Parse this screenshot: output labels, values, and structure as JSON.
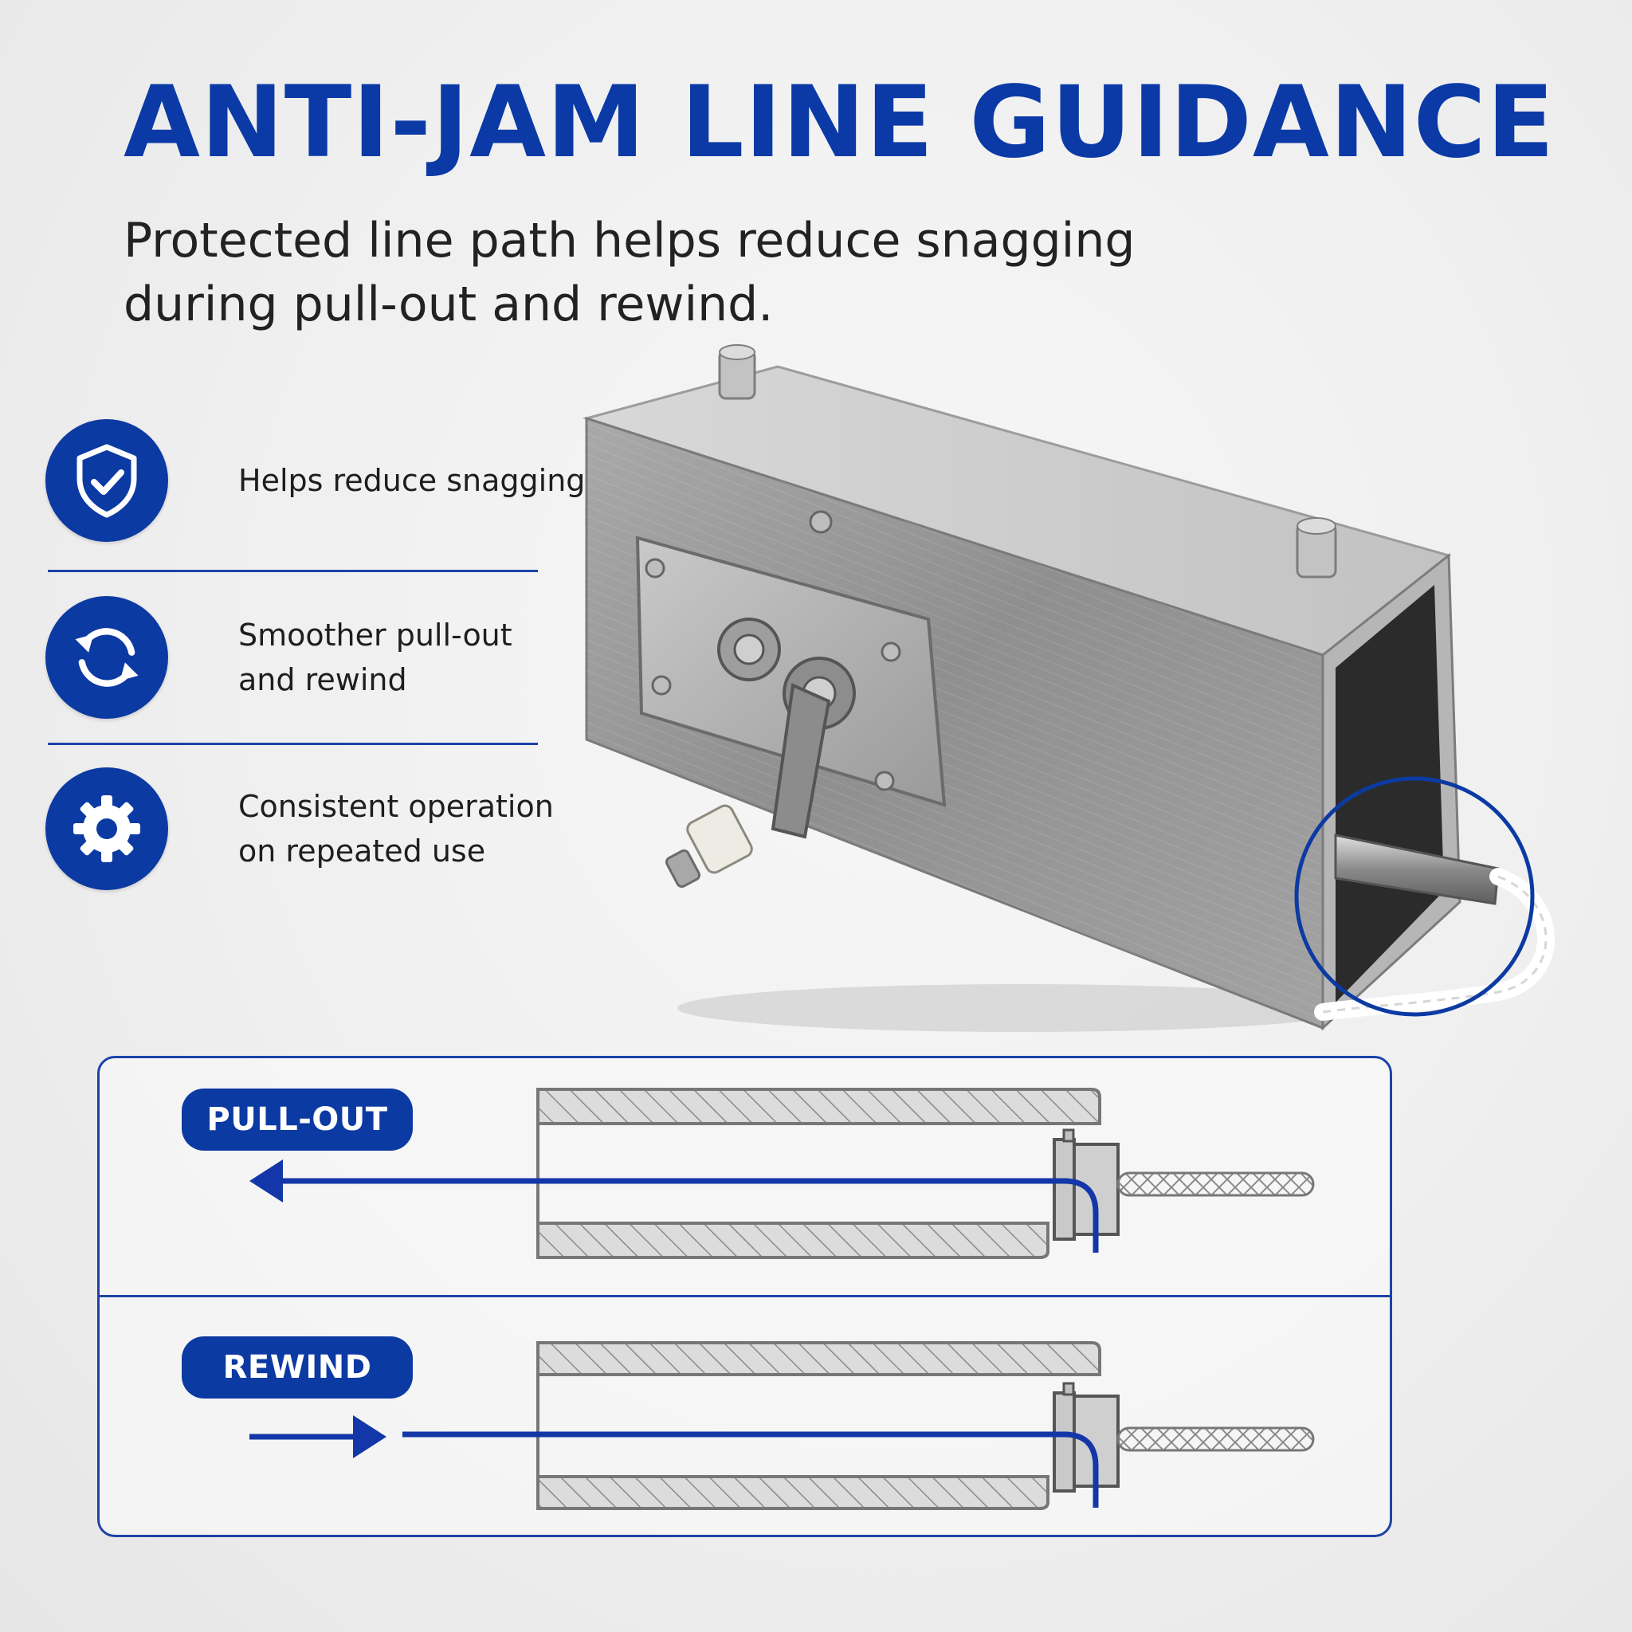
{
  "header": {
    "title": "ANTI-JAM LINE GUIDANCE",
    "subtitle_line1": "Protected line path helps reduce snagging",
    "subtitle_line2": "during pull-out and rewind."
  },
  "features": [
    {
      "icon": "shield-check-icon",
      "line1": "Helps reduce snagging",
      "line2": ""
    },
    {
      "icon": "refresh-cycle-icon",
      "line1": "Smoother pull-out",
      "line2": "and rewind"
    },
    {
      "icon": "gear-icon",
      "line1": "Consistent operation",
      "line2": "on repeated use"
    }
  ],
  "diagram": {
    "pull_out_label": "PULL-OUT",
    "rewind_label": "REWIND"
  },
  "colors": {
    "accent": "#0c3aa3",
    "title": "#0b3aa6",
    "text": "#222222"
  }
}
